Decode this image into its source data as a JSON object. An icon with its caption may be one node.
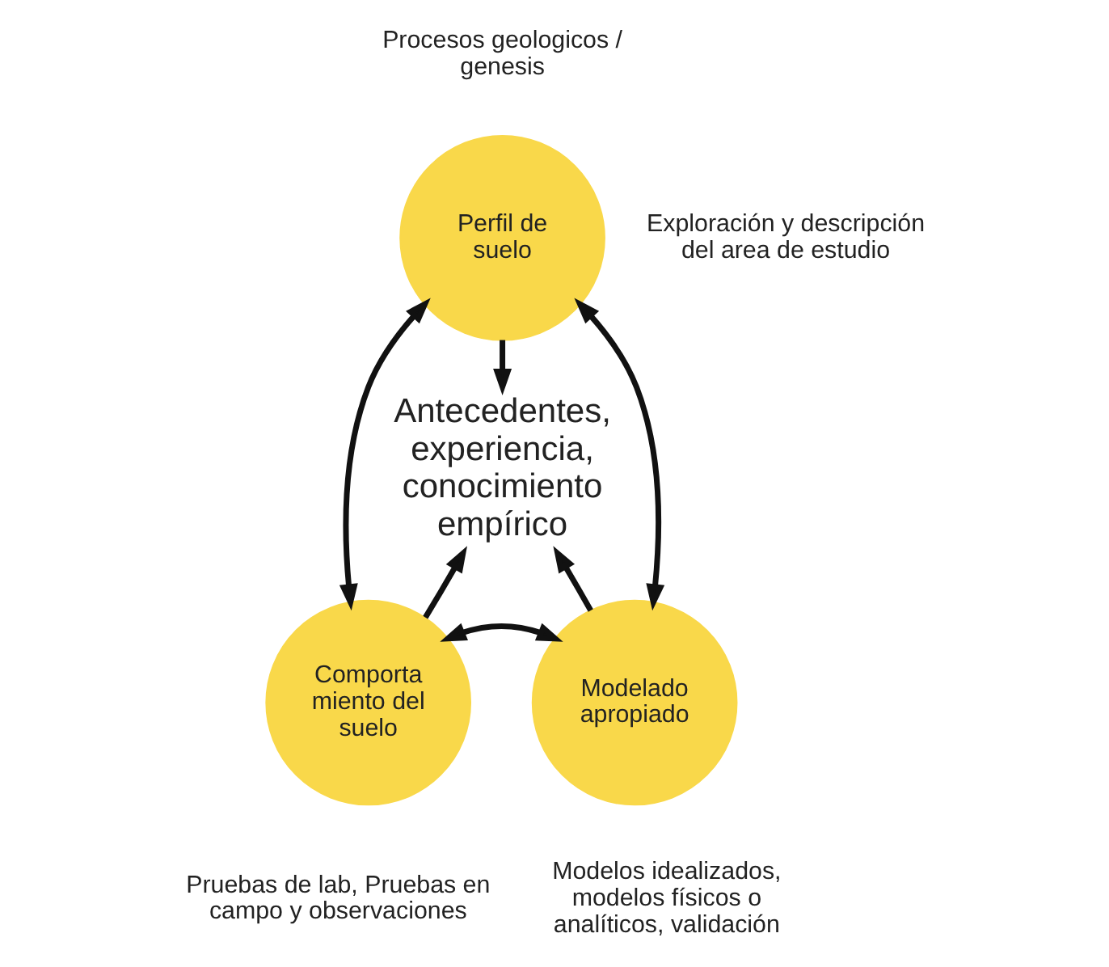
{
  "diagram": {
    "nodes": [
      {
        "text": [
          "Perfil de suelo"
        ],
        "beside": [
          "Procesos geologicos / genesis",
          "Exploración y descripción del area de estudio"
        ]
      },
      {
        "text": [
          "Antecedentes, experiencia, conocimiento empírico"
        ]
      },
      {
        "text": [
          "Comporta miento del suelo"
        ],
        "beside": [
          "Pruebas de lab, Pruebas en campo y observaciones"
        ]
      },
      {
        "text": [
          "Modelado apropiado"
        ],
        "beside": [
          "Modelos idealizados, modelos físicos o analíticos, validación"
        ]
      }
    ],
    "edges": [
      {
        "from": 0,
        "to": 1,
        "arrow": "to"
      },
      {
        "from": 2,
        "to": 0,
        "arrow": "both"
      },
      {
        "from": 0,
        "to": 3,
        "arrow": "both"
      },
      {
        "from": 2,
        "to": 1,
        "arrow": "to"
      },
      {
        "from": 3,
        "to": 1,
        "arrow": "to"
      },
      {
        "from": 2,
        "to": 3,
        "arrow": "both"
      }
    ]
  }
}
